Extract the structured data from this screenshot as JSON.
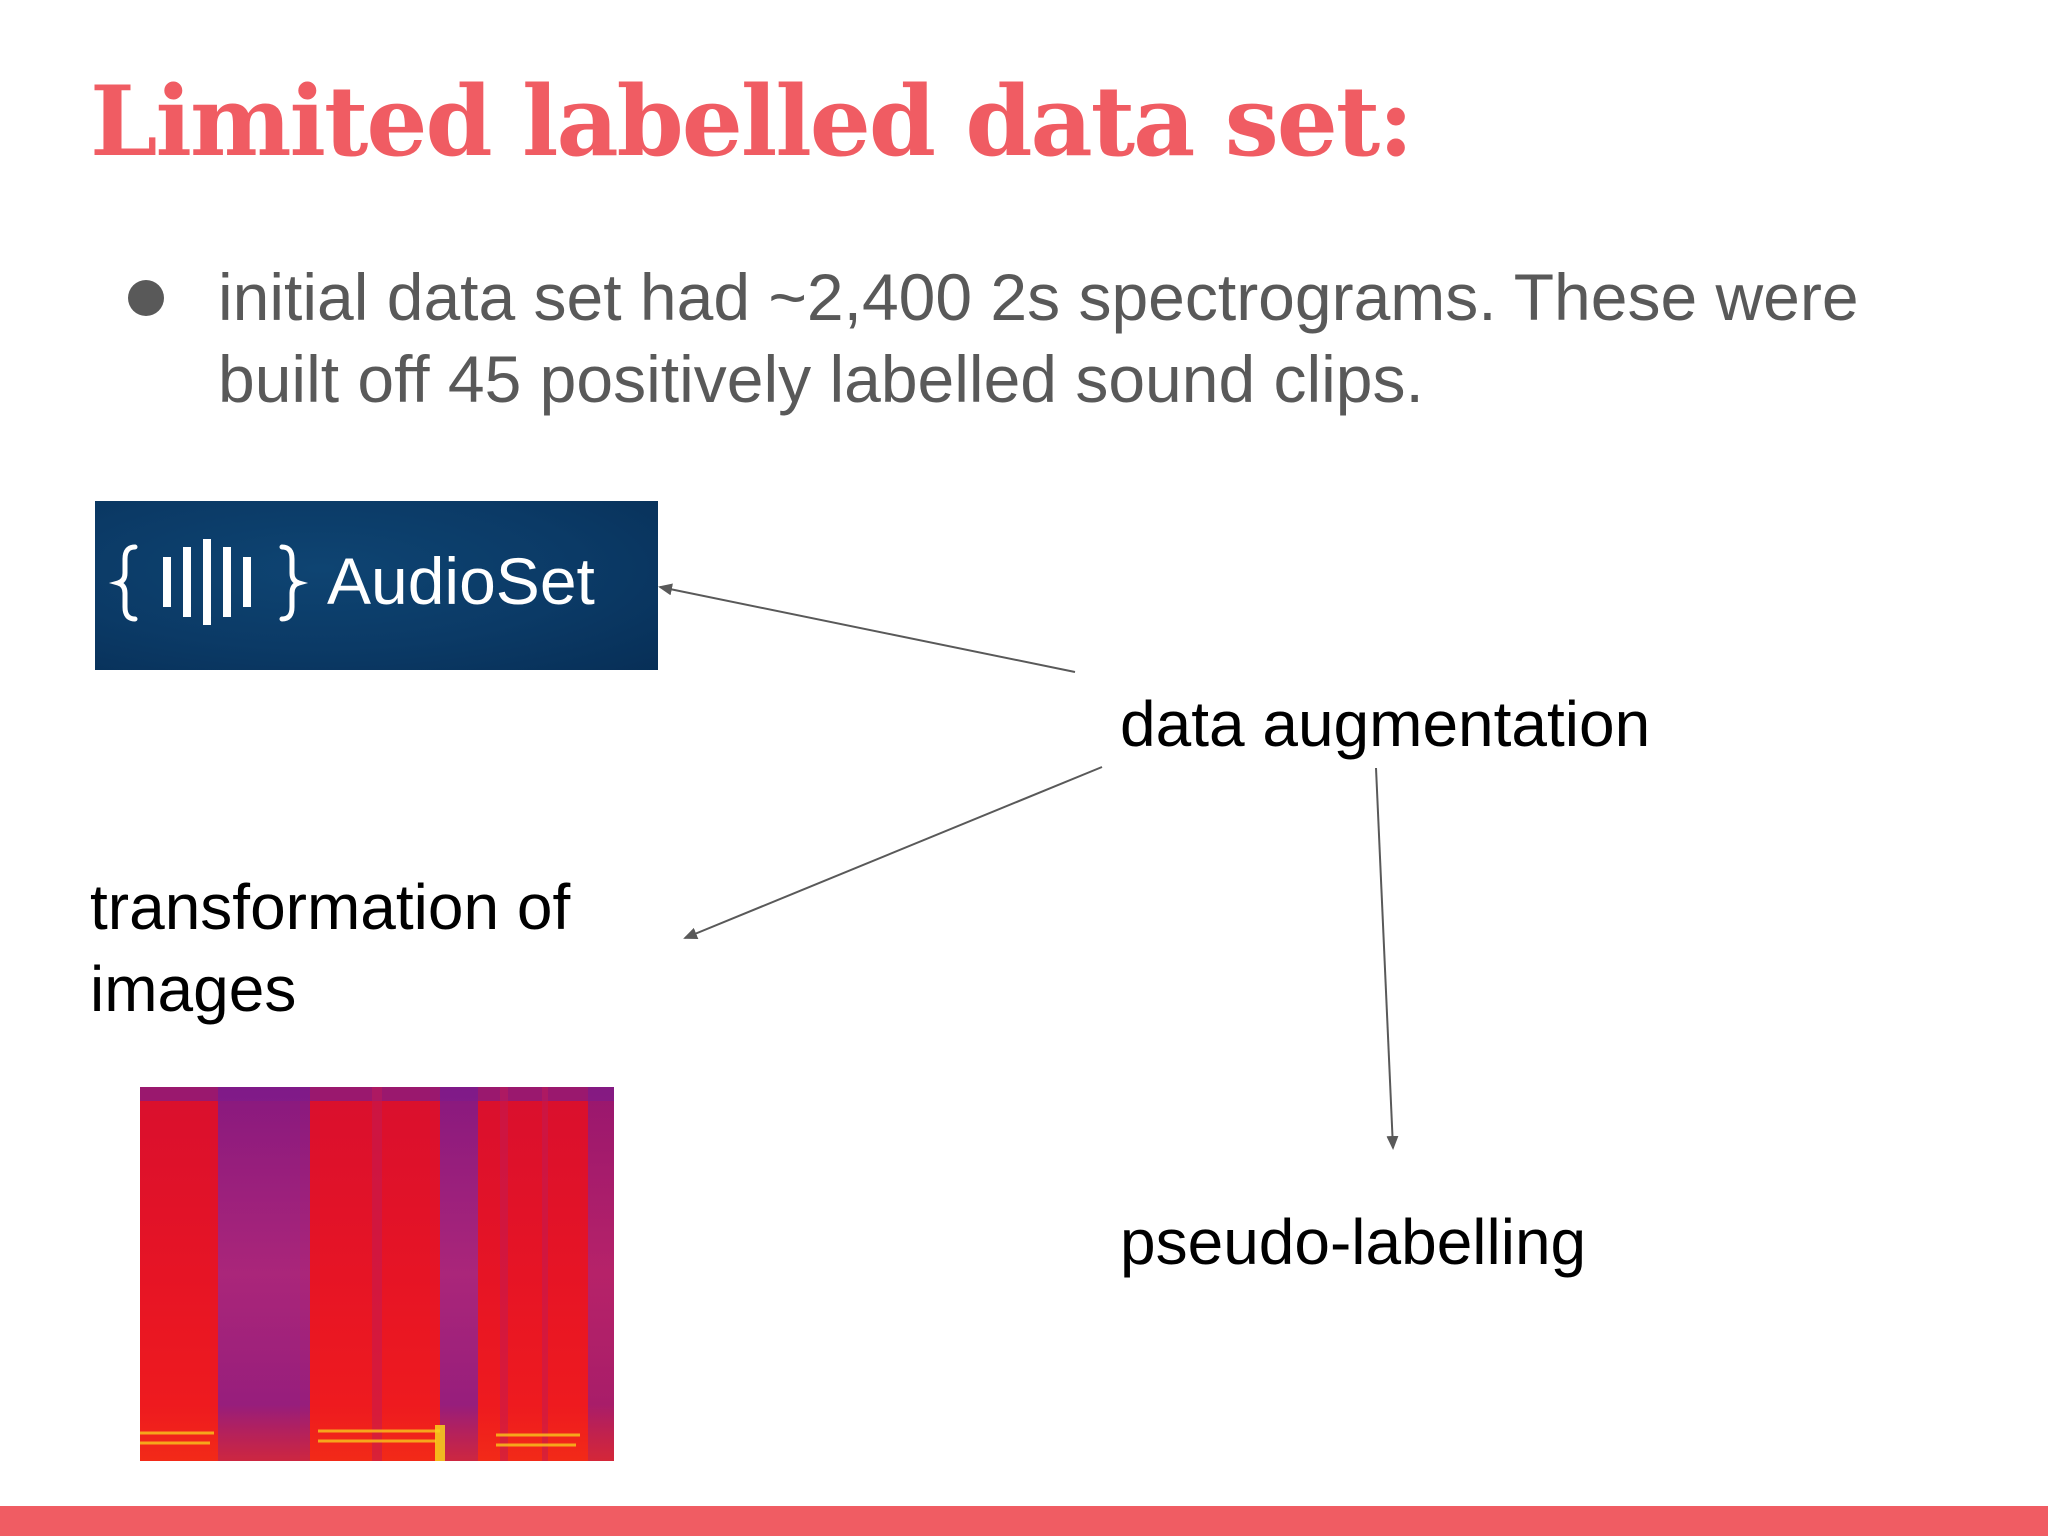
{
  "slide": {
    "title": "Limited labelled data set:",
    "bullet": "initial data set had ~2,400 2s spectrograms. These were built off 45 positively labelled sound clips.",
    "logo_text": "AudioSet",
    "labels": {
      "augmentation": "data augmentation",
      "transformation_line1": "transformation of",
      "transformation_line2": "images",
      "pseudo": "pseudo-labelling"
    }
  },
  "colors": {
    "accent": "#f05c63",
    "body_text": "#595959",
    "logo_bg": "#0b3a66",
    "arrow": "#595959"
  },
  "icons": {
    "logo": "audioset-waveform-icon"
  }
}
